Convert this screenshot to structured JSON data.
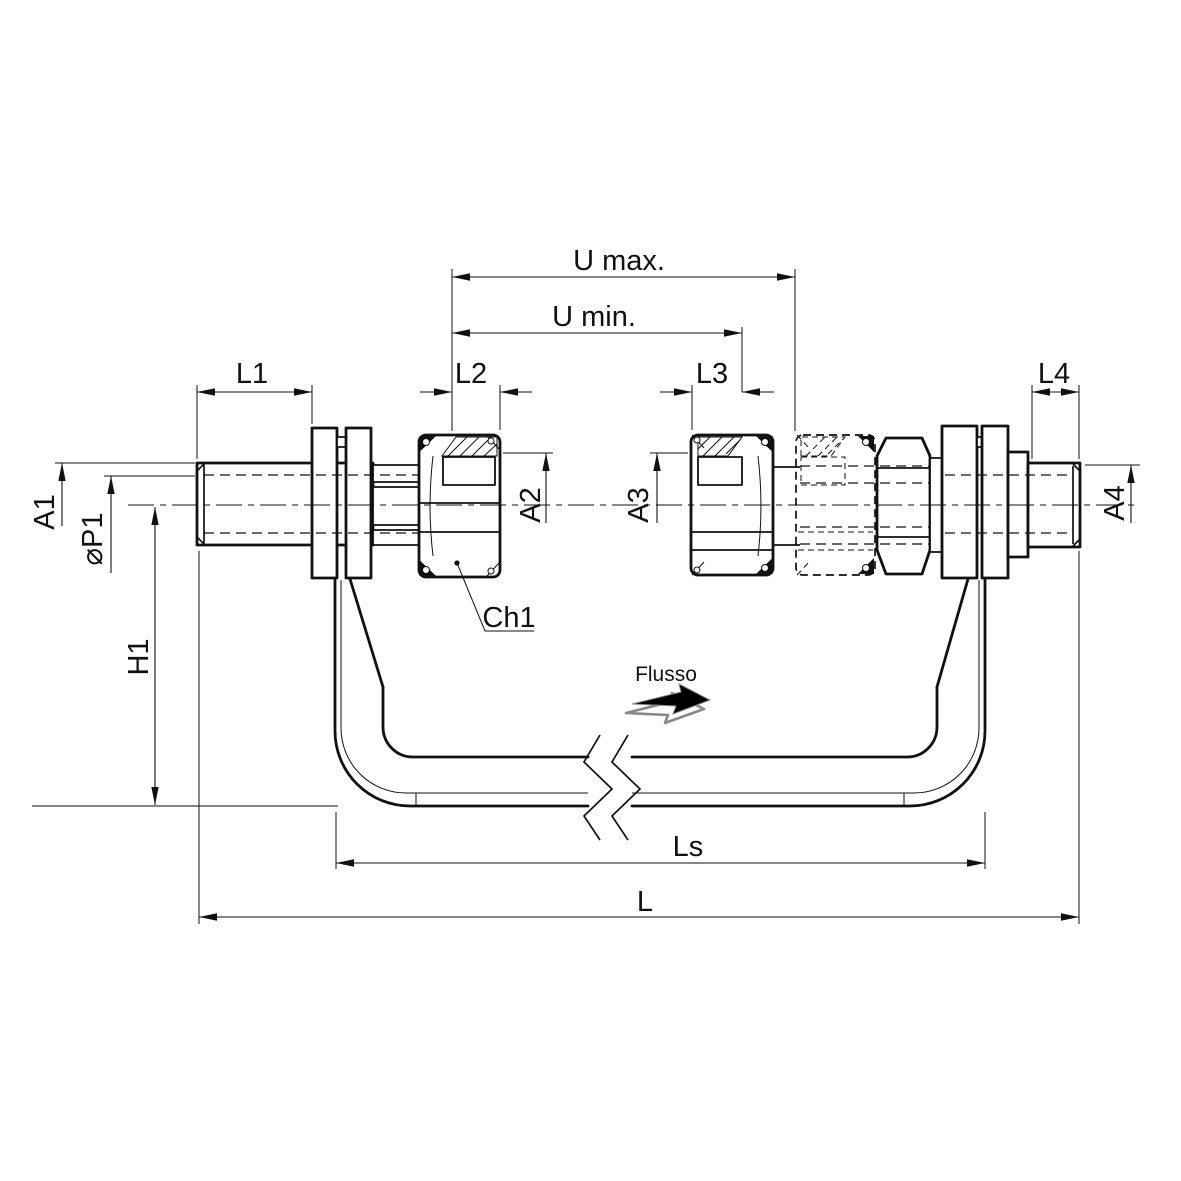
{
  "drawing": {
    "labels": {
      "u_max": "U max.",
      "u_min": "U min.",
      "l1": "L1",
      "l2": "L2",
      "l3": "L3",
      "l4": "L4",
      "a1": "A1",
      "p1": "⌀P1",
      "a2": "A2",
      "a3": "A3",
      "a4": "A4",
      "h1": "H1",
      "ch1": "Ch1",
      "flow": "Flusso",
      "ls": "Ls",
      "l": "L"
    },
    "colors": {
      "line": "#111111",
      "flow_arrow_fill": "#000000",
      "flow_arrow_outline": "#888888",
      "background": "#ffffff"
    }
  }
}
